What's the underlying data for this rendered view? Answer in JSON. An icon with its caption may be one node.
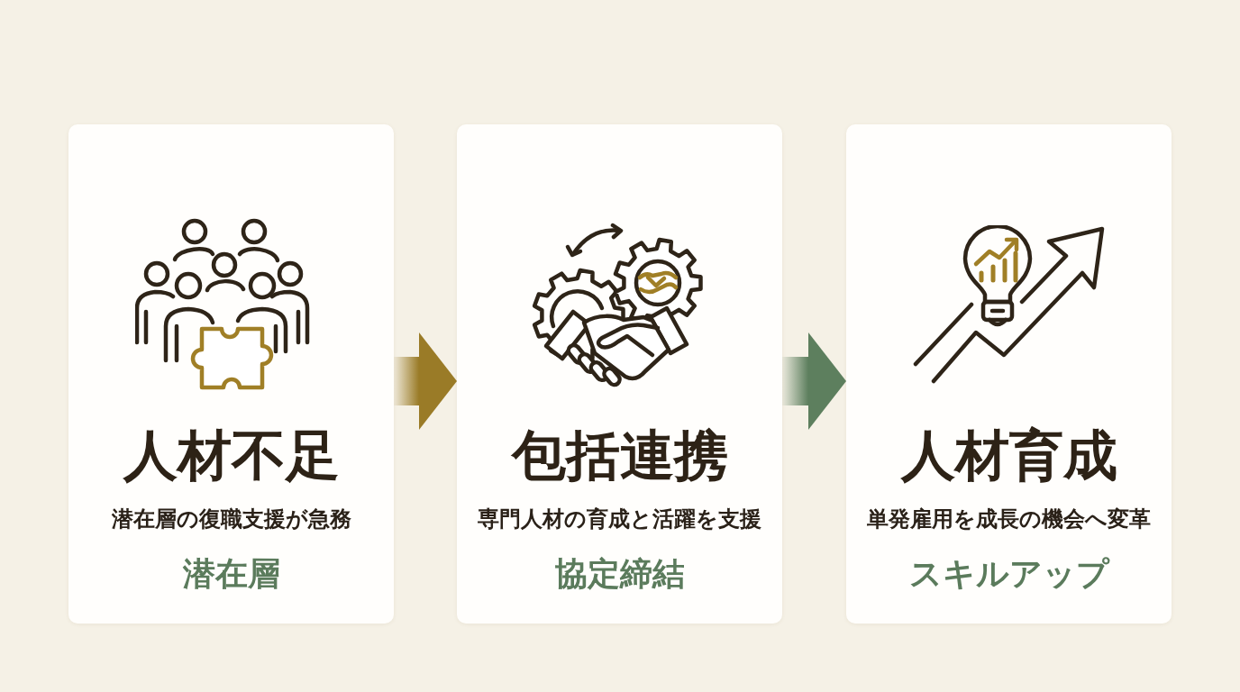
{
  "diagram": {
    "nodes": [
      {
        "text": [
          "人材不足",
          "潜在層の復職支援が急務",
          "潜在層"
        ]
      },
      {
        "text": [
          "包括連携",
          "専門人材の育成と活躍を支援",
          "協定締結"
        ]
      },
      {
        "text": [
          "人材育成",
          "単発雇用を成長の機会へ変革",
          "スキルアップ"
        ]
      }
    ],
    "edges": [
      {
        "from": 0,
        "to": 1,
        "arrow": "to",
        "color": "#9a7b27"
      },
      {
        "from": 1,
        "to": 2,
        "arrow": "to",
        "color": "#5d7f5e"
      }
    ]
  }
}
